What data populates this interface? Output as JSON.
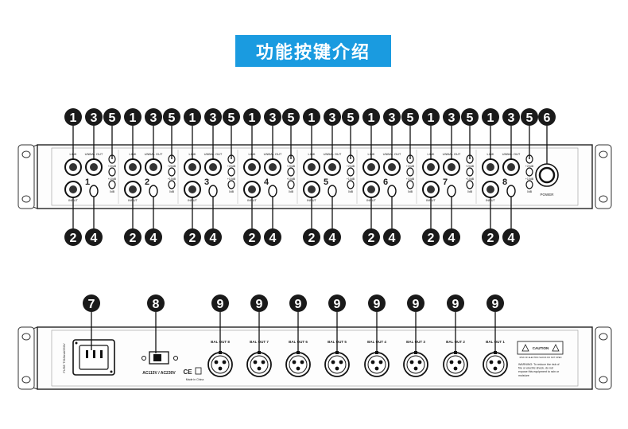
{
  "title": "功能按键介绍",
  "front": {
    "callout_top": [
      "1",
      "3",
      "5"
    ],
    "callout_bottom": [
      "2",
      "4"
    ],
    "power_callout": "6",
    "channel_numbers": [
      "1",
      "2",
      "3",
      "4",
      "5",
      "6",
      "7",
      "8"
    ],
    "jack_labels": {
      "link": "LINK",
      "unbal_out": "UNBAL OUT",
      "input": "INPUT"
    },
    "level_labels": [
      "+20dB",
      "+10dB",
      "0dB",
      "-20dB"
    ],
    "power_label": "POWER"
  },
  "rear": {
    "callouts": [
      "7",
      "8",
      "9",
      "9",
      "9",
      "9",
      "9",
      "9",
      "9",
      "9"
    ],
    "bal_out_labels": [
      "BAL OUT 8",
      "BAL OUT 7",
      "BAL OUT 6",
      "BAL OUT 5",
      "BAL OUT 4",
      "BAL OUT 3",
      "BAL OUT 2",
      "BAL OUT 1"
    ],
    "voltage_label": "AC115V / AC230V",
    "ce_mark": "CE",
    "made_in": "Made in China",
    "fuse_label": "FUSE T315mA/250V",
    "caution_title": "CAUTION",
    "caution_sub": "RISK OF ELECTRIC SHOCK DO NOT OPEN",
    "warning_text": "WARNING: To reduce the risk of fire or electric shock, do not expose this equipment to rain or moisture"
  }
}
